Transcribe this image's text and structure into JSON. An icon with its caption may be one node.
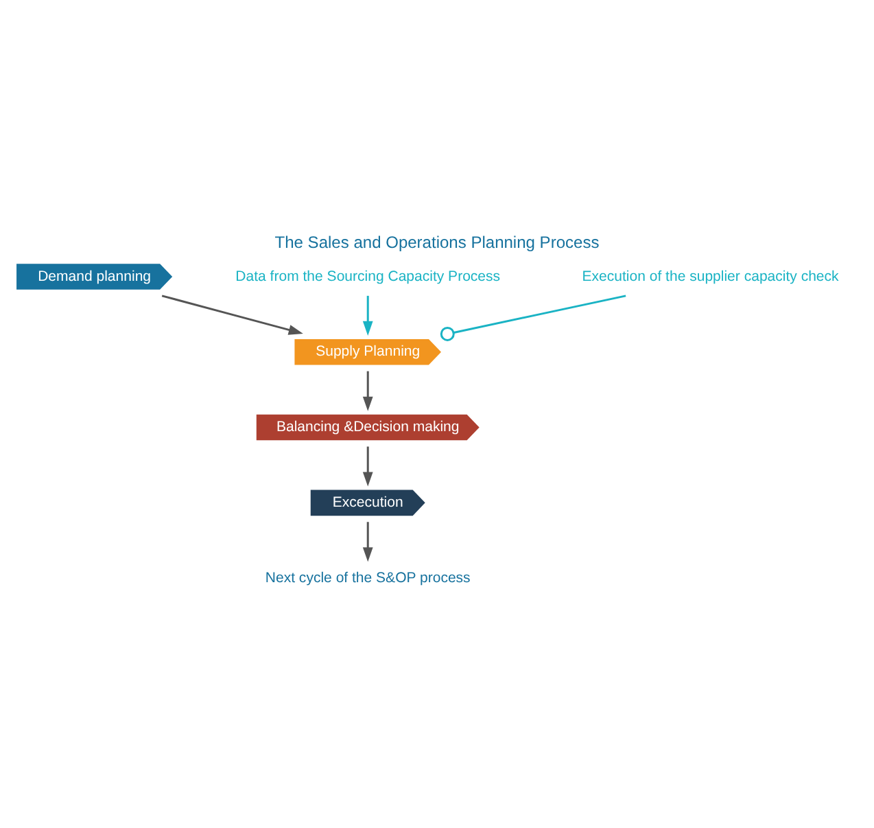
{
  "diagram": {
    "title": "The Sales and Operations Planning Process",
    "nodes": [
      {
        "text": [
          "Demand planning"
        ]
      },
      {
        "text": [
          "Data from the Sourcing Capacity Process"
        ]
      },
      {
        "text": [
          "Supply Planning"
        ]
      },
      {
        "text": [
          "Balancing &Decision making"
        ]
      },
      {
        "text": [
          "Execution of the supplier capacity check"
        ]
      },
      {
        "text": [
          "Excecution"
        ]
      },
      {
        "text": [
          "Next cycle of the S&OP process"
        ]
      }
    ],
    "edges": [
      {
        "from": 0,
        "to": 2,
        "arrow": "to"
      },
      {
        "from": 1,
        "to": 2,
        "arrow": "to",
        "color": "#1ab3c4"
      },
      {
        "from": 2,
        "to": 3,
        "arrow": "to"
      },
      {
        "from": 4,
        "to": 2,
        "arrow": "other",
        "color": "#1ab3c4"
      },
      {
        "from": 3,
        "to": 5,
        "arrow": "to"
      },
      {
        "from": 5,
        "to": 6,
        "arrow": "to"
      }
    ]
  }
}
